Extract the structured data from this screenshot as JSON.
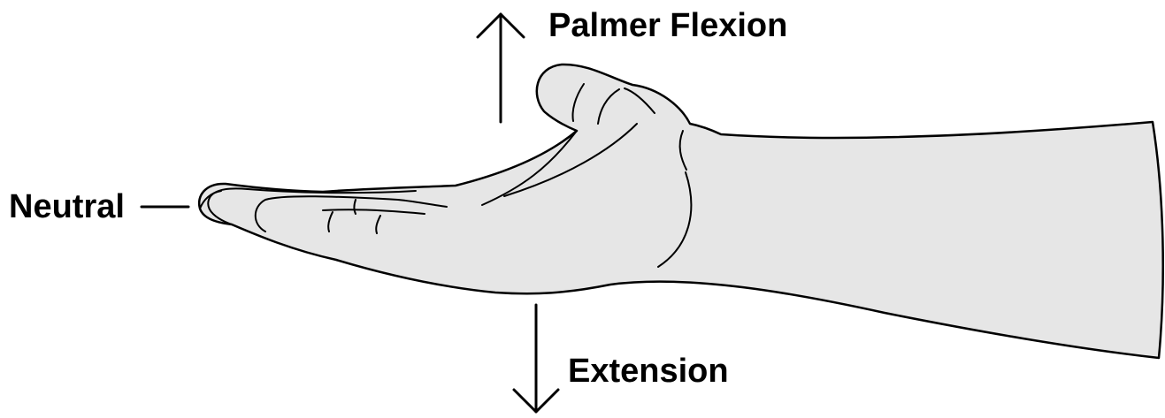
{
  "labels": {
    "palmer_flexion": "Palmer Flexion",
    "neutral": "Neutral",
    "extension": "Extension"
  },
  "colors": {
    "skin_fill": "#e6e6e6",
    "outline": "#000000",
    "background": "#ffffff"
  },
  "icons": {
    "up_arrow": "arrow-up-icon",
    "down_arrow": "arrow-down-icon",
    "neutral_line": "horizontal-line-icon"
  }
}
